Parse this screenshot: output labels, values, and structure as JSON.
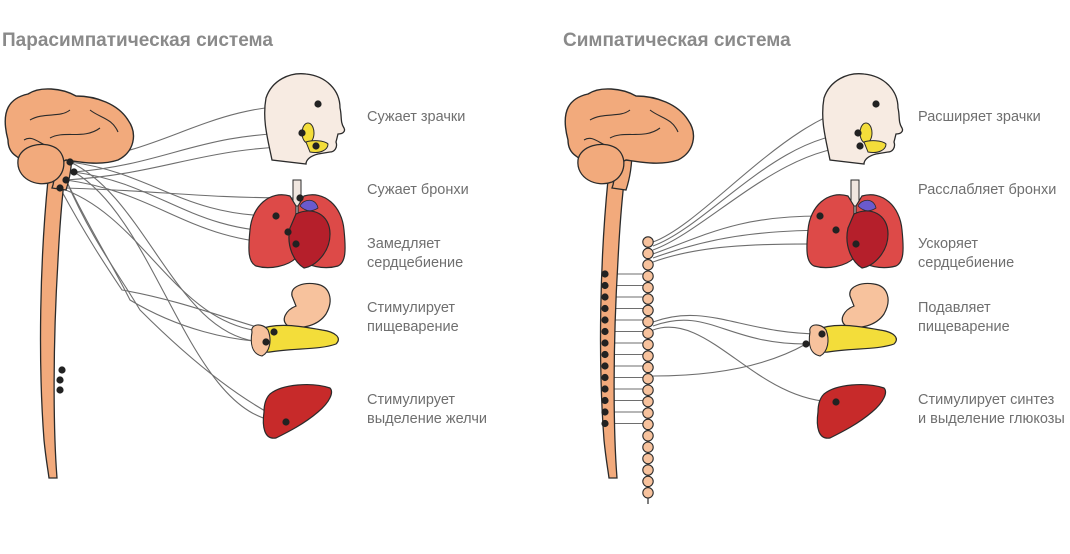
{
  "left": {
    "title": "Парасимпатическая система",
    "labels": [
      [
        "Сужает зрачки"
      ],
      [
        "Сужает бронхи"
      ],
      [
        "Замедляет",
        "сердцебиение"
      ],
      [
        "Стимулирует",
        "пищеварение"
      ],
      [
        "Стимулирует",
        "выделение желчи"
      ]
    ]
  },
  "right": {
    "title": "Симпатическая система",
    "labels": [
      [
        "Расширяет зрачки"
      ],
      [
        "Расслабляет бронхи"
      ],
      [
        "Ускоряет",
        "сердцебиение"
      ],
      [
        "Подавляет",
        "пищеварение"
      ],
      [
        "Стимулирует синтез",
        "и выделение глюкозы"
      ]
    ]
  },
  "colors": {
    "brain": "#f2aa7c",
    "brain_outline": "#2b2b2b",
    "head": "#f7ebe2",
    "lungs": "#dd4a48",
    "heart": "#b51f2b",
    "stomach": "#f7c29d",
    "pancreas": "#f3dd3a",
    "liver": "#c72a2a",
    "nerve": "#6e6e6e",
    "title": "#8a8a8a",
    "label": "#6f6f6f"
  }
}
